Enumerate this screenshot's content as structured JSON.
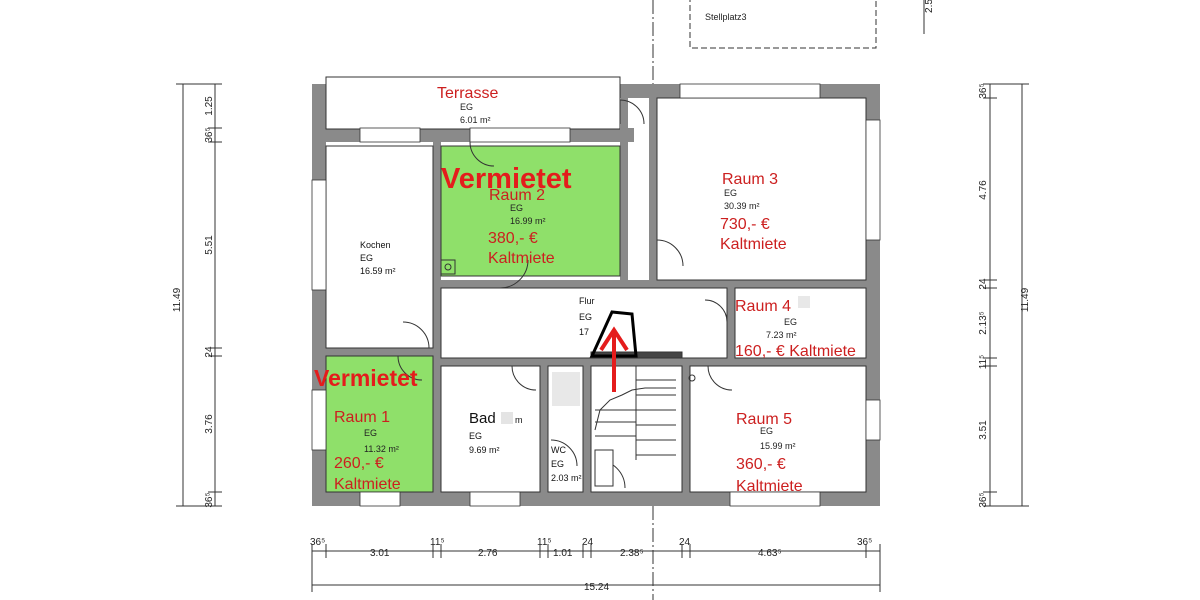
{
  "parking": {
    "label": "Stellplatz3"
  },
  "rooms": {
    "terrasse": {
      "name": "Terrasse",
      "level": "EG",
      "area": "6.01 m²"
    },
    "kochen": {
      "name": "Kochen",
      "level": "EG",
      "area": "16.59 m²"
    },
    "raum2": {
      "name": "Raum 2",
      "level": "EG",
      "area": "16.99 m²",
      "price": "380,- €",
      "rent": "Kaltmiete",
      "status": "Vermietet"
    },
    "raum3": {
      "name": "Raum 3",
      "level": "EG",
      "area": "30.39 m²",
      "price": "730,- €",
      "rent": "Kaltmiete"
    },
    "flur": {
      "name": "Flur",
      "level": "EG",
      "area": "17"
    },
    "raum4": {
      "name": "Raum 4",
      "level": "EG",
      "area": "7.23 m²",
      "price_line": "160,- € Kaltmiete"
    },
    "raum1": {
      "name": "Raum 1",
      "level": "EG",
      "area": "11.32 m²",
      "price": "260,- €",
      "rent": "Kaltmiete",
      "status": "Vermietet"
    },
    "bad": {
      "name": "Bad",
      "level": "EG",
      "area": "9.69 m²",
      "suffix": "m"
    },
    "wc": {
      "name": "WC",
      "level": "EG",
      "area": "2.03 m²"
    },
    "raum5": {
      "name": "Raum 5",
      "level": "EG",
      "area": "15.99 m²",
      "price": "360,- €",
      "rent": "Kaltmiete"
    }
  },
  "dims": {
    "left_total": "11.49",
    "left_segments": [
      "1.25",
      "36⁵",
      "5.51",
      "24",
      "3.76",
      "36⁵"
    ],
    "right_total": "11.49",
    "right_segments": [
      "36⁵",
      "4.76",
      "24",
      "2.13⁵",
      "11⁵",
      "3.51",
      "36⁵"
    ],
    "bottom_top_row": [
      "36⁵",
      "11⁵",
      "11⁵",
      "24",
      "24",
      "36⁵"
    ],
    "bottom_mid_row": [
      "3.01",
      "2.76",
      "1.01",
      "2.38⁵",
      "4.63⁵"
    ],
    "bottom_total": "15.24",
    "top_right_cut": "2.5"
  },
  "colors": {
    "rented": "#8fe06a",
    "label_red": "#cc1f1f",
    "wall": "#8a8a8a",
    "arrow": "#e41c1c"
  }
}
